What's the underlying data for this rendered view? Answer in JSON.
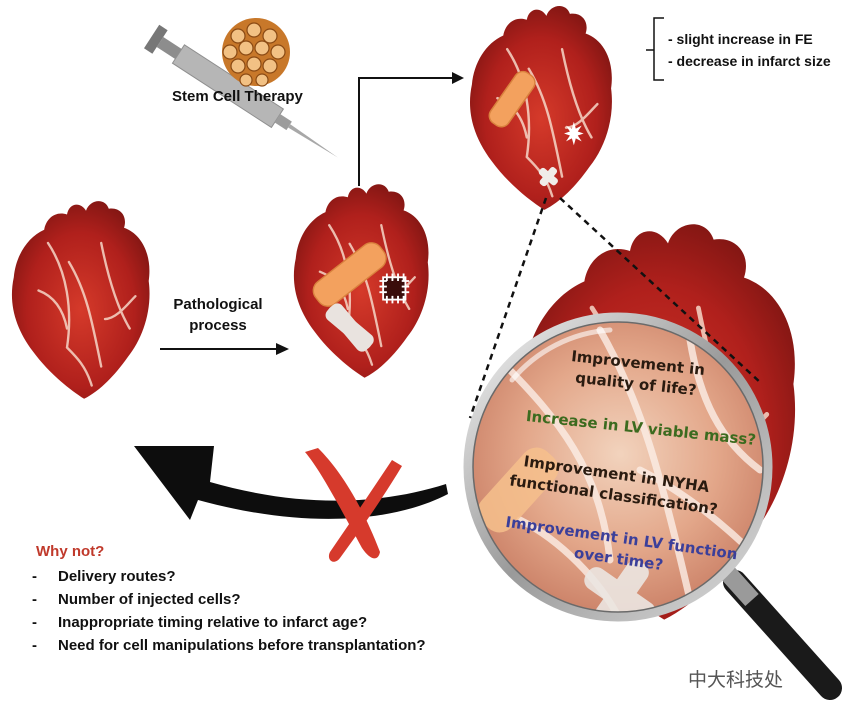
{
  "stem_cell_label": "Stem Cell Therapy",
  "pathology_label_line1": "Pathological",
  "pathology_label_line2": "process",
  "outcomes": [
    "- slight increase in FE",
    "- decrease in infarct size"
  ],
  "questions": [
    {
      "line1": "Improvement in",
      "line2": "quality of life?",
      "color": "#2a1b10"
    },
    {
      "line1": "Increase in LV viable mass?",
      "line2": "",
      "color": "#3c6b1f"
    },
    {
      "line1": "Improvement in NYHA",
      "line2": "functional classification?",
      "color": "#2a1b10"
    },
    {
      "line1": "Improvement in LV function",
      "line2": "over time?",
      "color": "#3b3f9a"
    }
  ],
  "why_not": {
    "title": "Why not?",
    "items": [
      "Delivery routes?",
      "Number of injected cells?",
      "Inappropriate timing relative to infarct age?",
      "Need for cell manipulations before transplantation?"
    ]
  },
  "watermark": "中大科技处",
  "colors": {
    "heart": "#b0201c",
    "heart_dark": "#7d1512",
    "why_title": "#c0392b",
    "cross": "#d63a2c",
    "patch": "#f3a15e"
  }
}
